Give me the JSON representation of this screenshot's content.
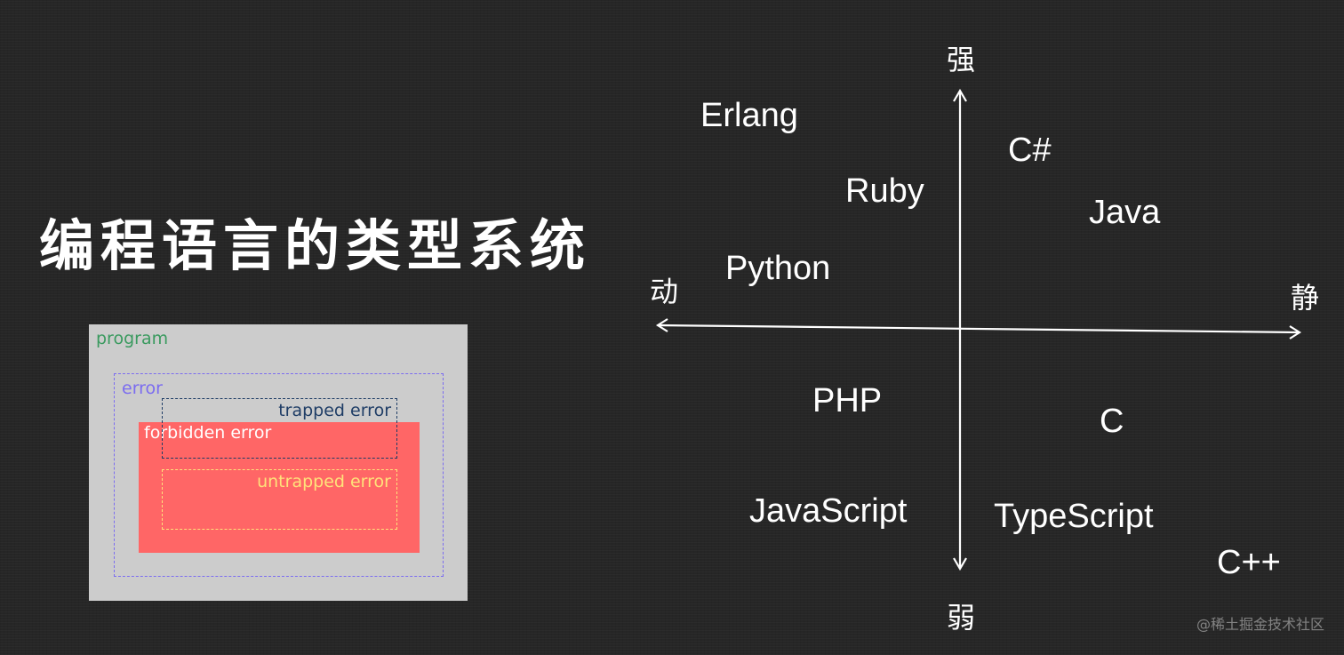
{
  "title": "编程语言的类型系统",
  "error_figure": {
    "program_label": "program",
    "error_label": "error",
    "trapped_label": "trapped error",
    "forbidden_label": "forbidden error",
    "untrapped_label": "untrapped error",
    "colors": {
      "background": "#cccccc",
      "program": "#3a9a5f",
      "error": "#7b6cf0",
      "trapped": "#1f3d66",
      "forbidden_fill": "#ff6666",
      "forbidden_text": "#ffffff",
      "untrapped": "#ffe27a"
    }
  },
  "quadrant": {
    "axis_labels": {
      "top": "强",
      "bottom": "弱",
      "left": "动",
      "right": "静"
    },
    "languages": {
      "erlang": "Erlang",
      "csharp": "C#",
      "ruby": "Ruby",
      "java": "Java",
      "python": "Python",
      "php": "PHP",
      "c": "C",
      "javascript": "JavaScript",
      "typescript": "TypeScript",
      "cpp": "C++"
    }
  },
  "watermark": "@稀土掘金技术社区"
}
